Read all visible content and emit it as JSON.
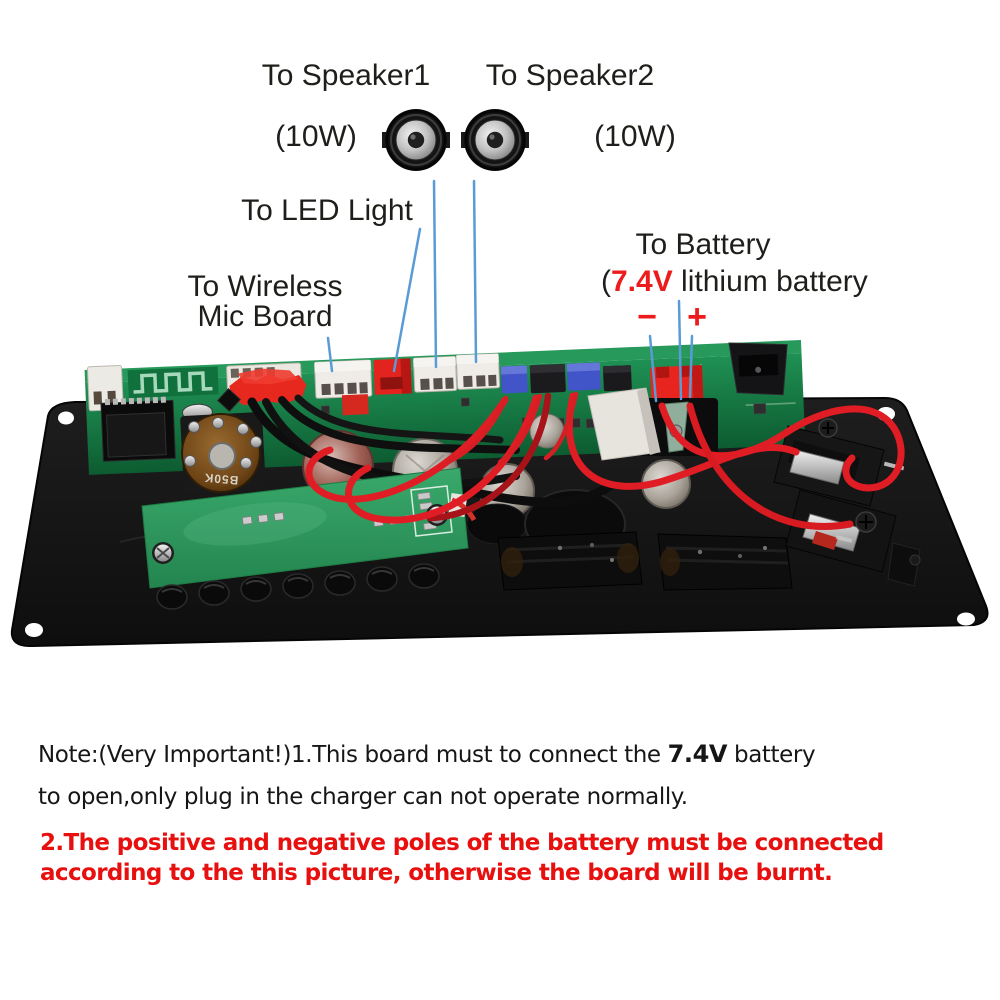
{
  "labels": {
    "speaker1": "To Speaker1",
    "speaker2": "To Speaker2",
    "watt_left": "(10W)",
    "watt_right": "(10W)",
    "led_light": "To LED Light",
    "wireless_line1": "To Wireless",
    "wireless_line2": "Mic Board",
    "battery_title": "To Battery",
    "battery_open_paren": "(",
    "battery_voltage": "7.4V",
    "battery_tail": " lithium battery",
    "minus_sign": "−",
    "plus_sign": "+"
  },
  "board": {
    "potentiometer_label": "B50K"
  },
  "note": {
    "line1_prefix": "Note:(Very Important!)1.This board must to connect the ",
    "line1_voltage": "7.4V",
    "line1_suffix": " battery",
    "line2": "to open,only plug in the charger can not operate normally.",
    "warning_line1": "2.The positive and negative poles of the battery must be connected",
    "warning_line2": "according to the this picture, otherwise the board will be burnt."
  },
  "colors": {
    "warning_red": "#e80f0f",
    "accent_red": "#ed1c24",
    "leader_blue": "#5b9bd5",
    "pcb_green": "#1c8a4e",
    "display_green": "#2f9e63",
    "panel_black": "#141414"
  },
  "icons": {
    "speaker1_icon": "speaker-icon",
    "speaker2_icon": "speaker-icon"
  }
}
